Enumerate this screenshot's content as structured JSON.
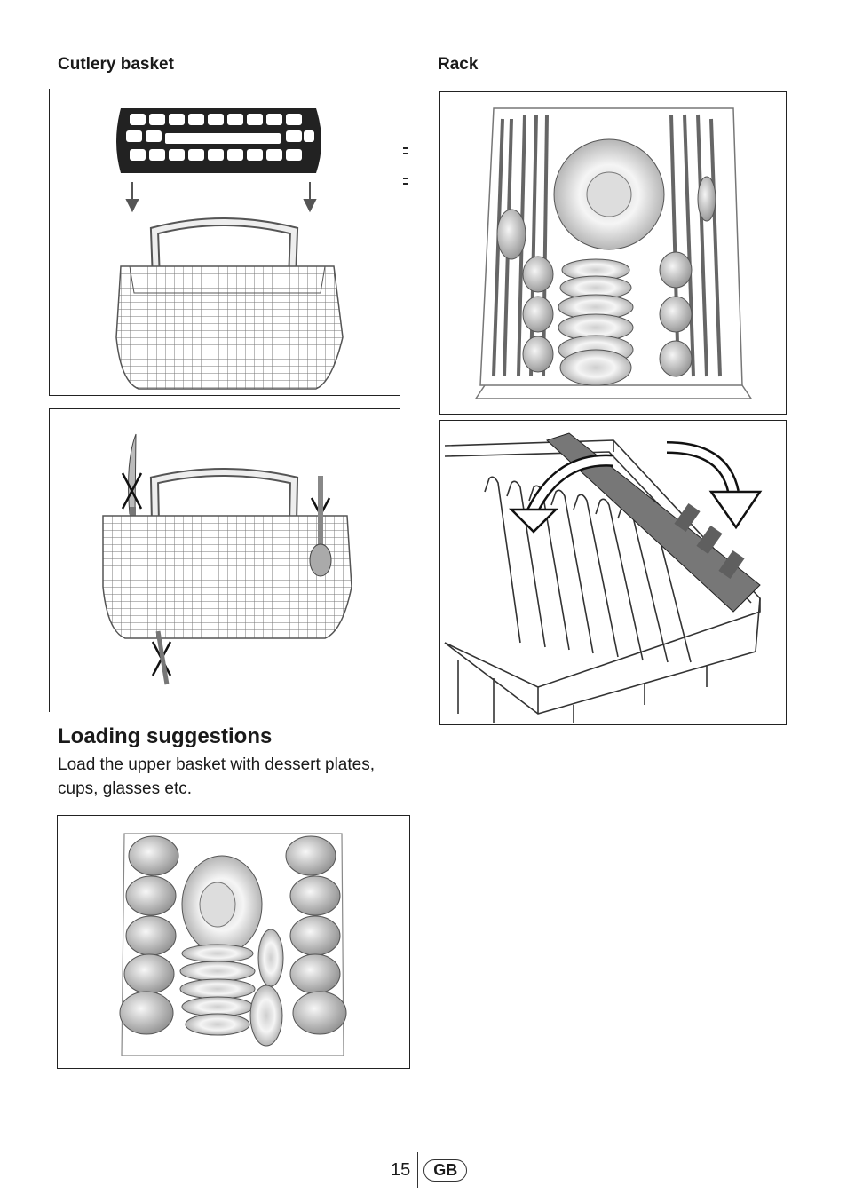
{
  "headings": {
    "cutlery_basket": "Cutlery basket",
    "rack": "Rack"
  },
  "loading": {
    "title": "Loading suggestions",
    "body": "Load the upper basket with dessert plates, cups, glasses etc."
  },
  "footer": {
    "page_number": "15",
    "language": "GB"
  },
  "colors": {
    "line": "#222222",
    "dish_light": "#f2f2f2",
    "dish_dark": "#9a9a9a",
    "rack_gray": "#8c8c8c"
  }
}
